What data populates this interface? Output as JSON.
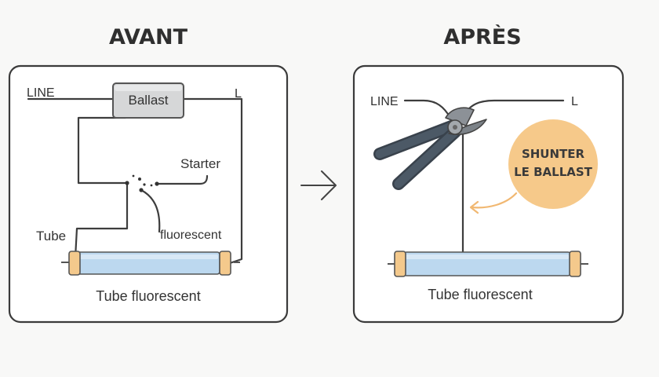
{
  "before": {
    "heading": "AVANT",
    "line_label": "LINE",
    "l_label": "L",
    "ballast_label": "Ballast",
    "starter_label": "Starter",
    "tube_label": "Tube",
    "fluorescent_label": "fluorescent",
    "caption": "Tube fluorescent"
  },
  "after": {
    "heading": "APRÈS",
    "line_label": "LINE",
    "l_label": "L",
    "callout_line1": "SHUNTER",
    "callout_line2": "LE BALLAST",
    "caption": "Tube fluorescent"
  },
  "colors": {
    "ballast_fill": "#d6d7d8",
    "tube_fill": "#bcd8ef",
    "tube_cap": "#f4c98c",
    "callout_fill": "#f6c98a",
    "callout_arrow": "#f1b872",
    "pliers_handle": "#4c5966",
    "pliers_head": "#8c9197"
  },
  "icons": [
    "arrow-right-icon",
    "wire-cutter-icon",
    "curved-arrow-icon"
  ]
}
